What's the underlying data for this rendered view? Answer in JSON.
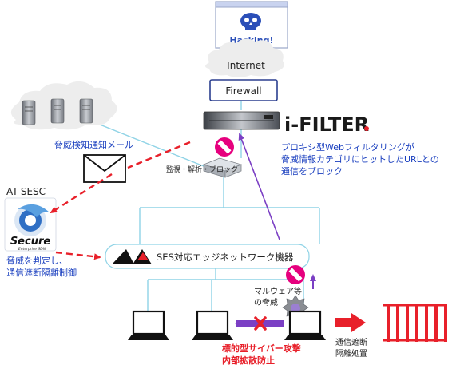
{
  "hacking_window": {
    "label": "Hacking!"
  },
  "internet": {
    "label": "Internet"
  },
  "firewall": {
    "label": "Firewall"
  },
  "ifilter": {
    "logo_text": "i-FILTER",
    "logo_color": "#1a1a1a",
    "accent": "#e8202a"
  },
  "proxy_description": {
    "lines": [
      "プロキシ型Webフィルタリングが",
      "脅威情報カテゴリにヒットしたURLとの",
      "通信をブロック"
    ]
  },
  "threat_mail": {
    "label": "脅威検知通知メール"
  },
  "switch": {
    "label": "監視・解析・ブロック"
  },
  "at_sesc": {
    "title": "AT-SESC",
    "logo_main": "Secure",
    "logo_sub": "Enterprise SDN",
    "description_lines": [
      "脅威を判定し、",
      "通信遮断隔離制御"
    ]
  },
  "edge_device": {
    "label": "SES対応エッジネットワーク機器"
  },
  "malware": {
    "lines": [
      "マルウェア等",
      "の脅威"
    ]
  },
  "isolation": {
    "lines": [
      "通信遮断",
      "隔離処置"
    ]
  },
  "lateral": {
    "lines": [
      "標的型サイバー攻撃",
      "内部拡散防止"
    ]
  },
  "colors": {
    "line_cyan": "#8fd3e6",
    "red_dashed": "#e8202a",
    "purple_arrow": "#7b3fc4",
    "block_sign": "#e6007e",
    "text_blue": "#1a3fbf",
    "isolation_red": "#e8202a"
  }
}
